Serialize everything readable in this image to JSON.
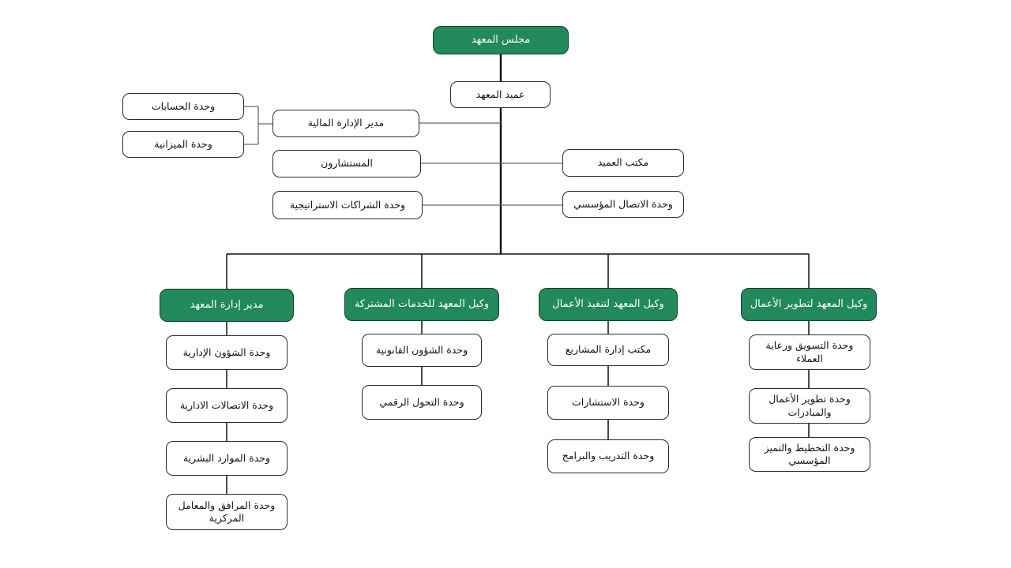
{
  "diagram": {
    "type": "org-chart",
    "language": "ar",
    "colors": {
      "node_accent_fill": "#21895c",
      "node_accent_border": "#17402c",
      "node_fill": "#ffffff",
      "node_border": "#2b2b2b",
      "connector": "#111111",
      "connector_light": "#6a6a6a",
      "text_dark": "#141414",
      "text_light": "#ffffff"
    },
    "nodes": {
      "board": {
        "label": "مجلس المعهد"
      },
      "dean": {
        "label": "عميد المعهد"
      },
      "accounts": {
        "label": "وحدة الحسابات"
      },
      "budget": {
        "label": "وحدة الميزانية"
      },
      "finance_director": {
        "label": "مدير الإدارة المالية"
      },
      "consultants": {
        "label": "المستشارون"
      },
      "partnerships": {
        "label": "وحدة الشراكات الاستراتيجية"
      },
      "dean_office": {
        "label": "مكتب العميد"
      },
      "corp_comm": {
        "label": "وحدة الاتصال المؤسسي"
      },
      "admin_director": {
        "label": "مدير إدارة المعهد"
      },
      "vp_shared_services": {
        "label": "وكيل المعهد للخدمات المشتركة"
      },
      "vp_business_execution": {
        "label": "وكيل المعهد لتنفيذ الأعمال"
      },
      "vp_business_development": {
        "label": "وكيل المعهد لتطوير الأعمال"
      },
      "admin_affairs": {
        "label": "وحدة الشؤون الإدارية"
      },
      "admin_comm": {
        "label": "وحدة الاتصالات الادارية"
      },
      "hr": {
        "label": "وحدة الموارد البشرية"
      },
      "facilities_labs": {
        "label": "وحدة المرافق والمعامل المركزية"
      },
      "legal": {
        "label": "وحدة الشؤون القانونية"
      },
      "digital_transformation": {
        "label": "وحدة التحول الرقمي"
      },
      "pmo": {
        "label": "مكتب إدارة المشاريع"
      },
      "consulting": {
        "label": "وحدة الاستشارات"
      },
      "training_programs": {
        "label": "وحدة التدريب والبرامج"
      },
      "marketing_customer_care": {
        "label": "وحدة التسويق ورعاية العملاء"
      },
      "bizdev_initiatives": {
        "label": "وحدة تطوير الأعمال والمبادرات"
      },
      "planning_excellence": {
        "label": "وحدة التخطيط والتميز المؤسسي"
      }
    },
    "hierarchy": {
      "root": "board",
      "board_children": [
        "dean"
      ],
      "dean_staff_left": [
        "finance_director",
        "consultants",
        "partnerships"
      ],
      "finance_director_children": [
        "accounts",
        "budget"
      ],
      "dean_staff_right": [
        "dean_office",
        "corp_comm"
      ],
      "dean_children": [
        "admin_director",
        "vp_shared_services",
        "vp_business_execution",
        "vp_business_development"
      ],
      "admin_director_children": [
        "admin_affairs",
        "admin_comm",
        "hr",
        "facilities_labs"
      ],
      "vp_shared_services_children": [
        "legal",
        "digital_transformation"
      ],
      "vp_business_execution_children": [
        "pmo",
        "consulting",
        "training_programs"
      ],
      "vp_business_development_children": [
        "marketing_customer_care",
        "bizdev_initiatives",
        "planning_excellence"
      ]
    }
  }
}
